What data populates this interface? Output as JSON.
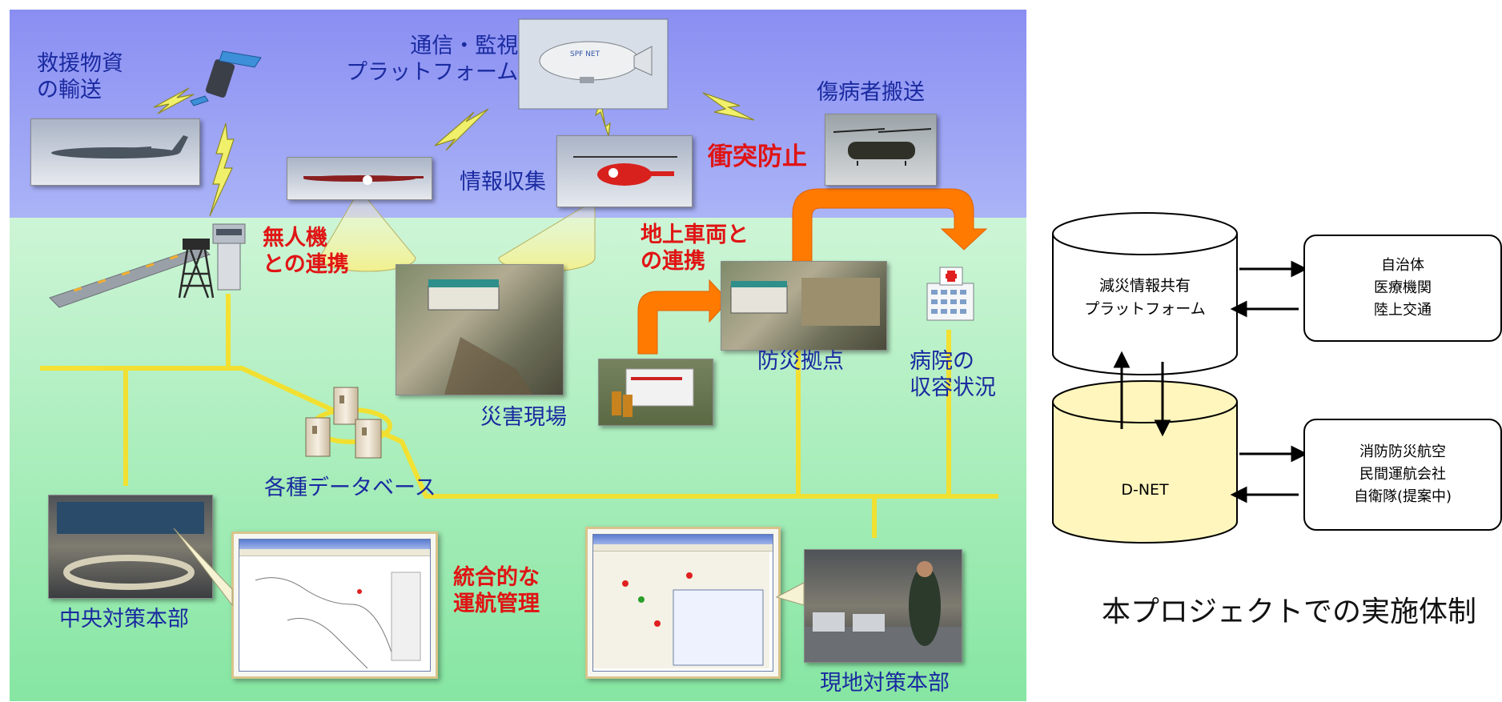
{
  "left_diagram": {
    "labels": {
      "relief_supplies": "救援物資\nの輸送",
      "comm_platform": "通信・監視\nプラットフォーム",
      "patient_transport": "傷病者搬送",
      "info_collection": "情報収集",
      "collision_avoid": "衝突防止",
      "uav_link": "無人機\nとの連携",
      "ground_vehicle_link": "地上車両と\nの連携",
      "disaster_base": "防災拠点",
      "hospital_status": "病院の\n収容状況",
      "disaster_site": "災害現場",
      "databases": "各種データベース",
      "integrated_ops": "統合的な\n運航管理",
      "central_hq": "中央対策本部",
      "local_hq": "現地対策本部"
    },
    "icons": [
      "satellite-icon",
      "airship-icon",
      "lightning-icon",
      "airport-tower-icon",
      "server-icon",
      "hospital-icon",
      "arrow-icon"
    ],
    "colors": {
      "sky_top": "#8a8ef2",
      "sky_bottom": "#aab4f6",
      "ground_top": "#cdf5d6",
      "ground_bottom": "#86e6a2",
      "network_line": "#f5e02a",
      "arrow": "#ff7a00",
      "label_blue": "#1a2aa0",
      "label_red": "#e01414"
    }
  },
  "right_diagram": {
    "platform": "減災情報共有\nプラットフォーム",
    "dnet": "D-NET",
    "partners_top": "自治体\n医療機関\n陸上交通",
    "partners_bottom": "消防防災航空\n民間運航会社\n自衛隊(提案中)",
    "caption": "本プロジェクトでの実施体制",
    "colors": {
      "dnet_fill": "#fff6bd",
      "platform_fill": "#ffffff"
    }
  }
}
